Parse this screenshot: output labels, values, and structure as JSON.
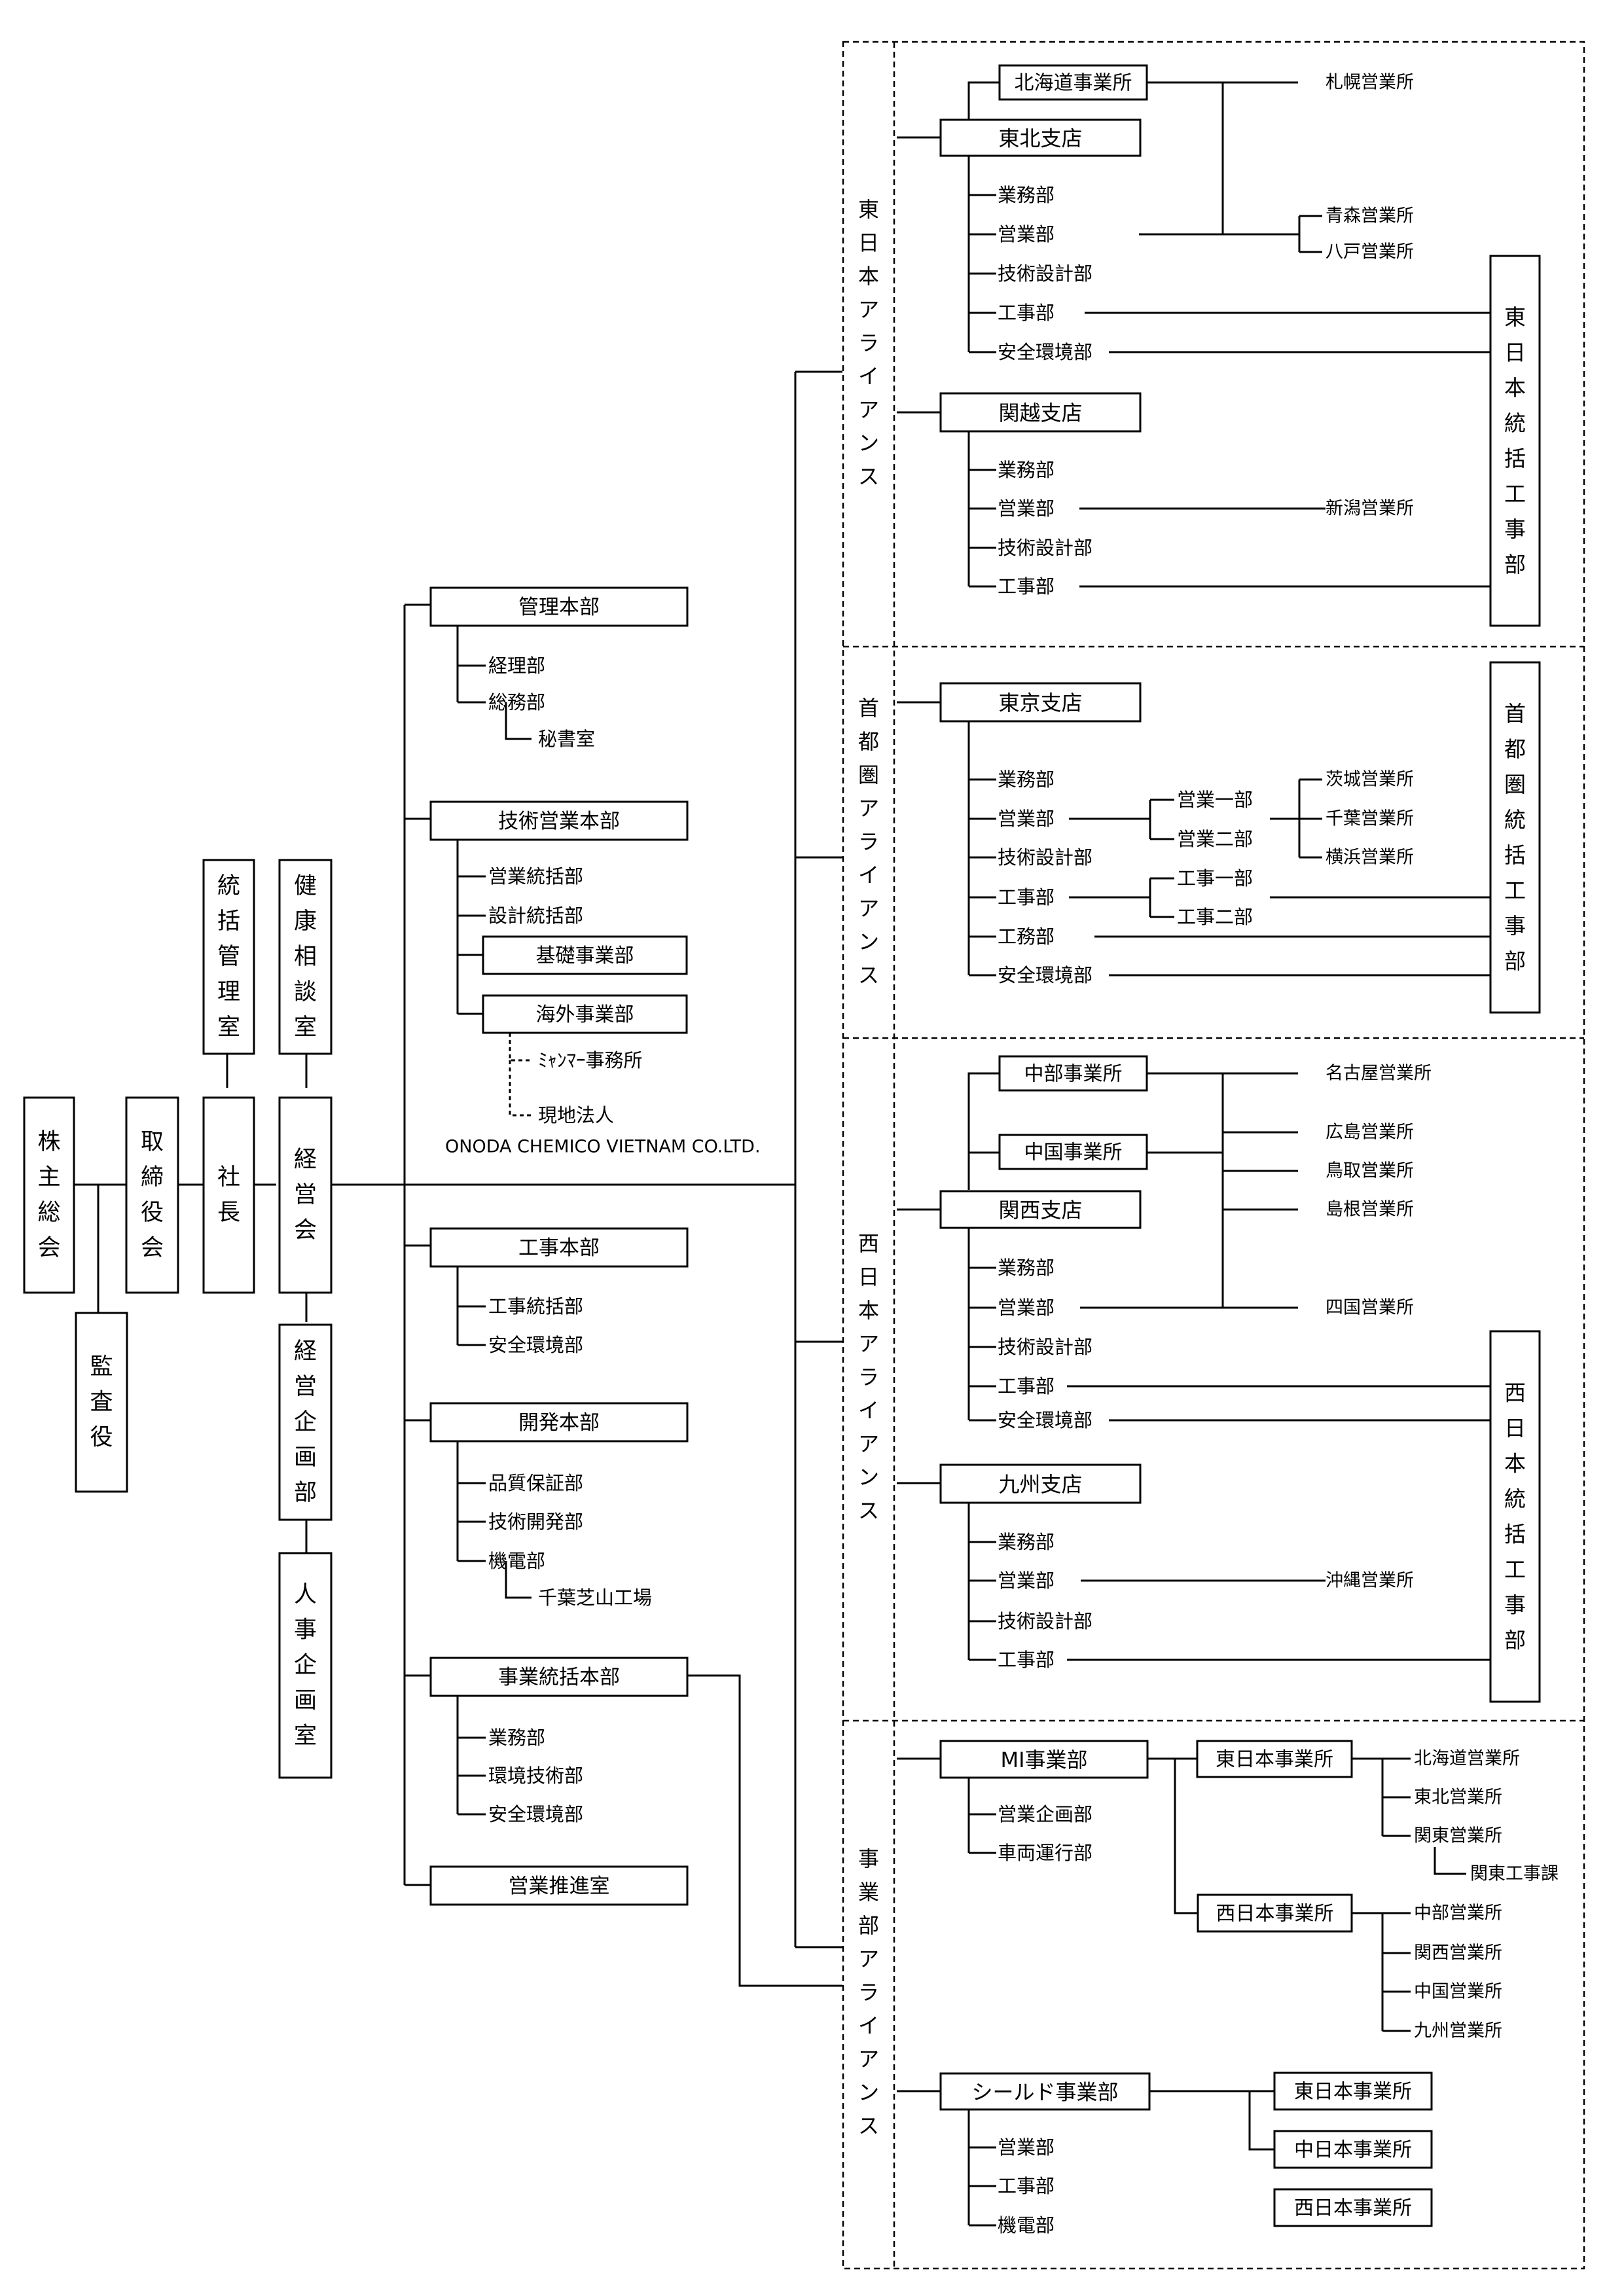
{
  "top": {
    "shareholders": "株主総会",
    "auditor": "監査役",
    "board": "取締役会",
    "president": "社長",
    "management_council": "経営会",
    "general_management_office": "統括管理室",
    "health_consultation_room": "健康相談室",
    "corporate_planning": "経営企画部",
    "hr_planning_office": "人事企画室"
  },
  "hq": {
    "admin": {
      "title": "管理本部",
      "items": [
        "経理部",
        "総務部"
      ],
      "sub": "秘書室"
    },
    "tech_sales": {
      "title": "技術営業本部",
      "items": [
        "営業統括部",
        "設計統括部"
      ],
      "boxes": [
        "基礎事業部",
        "海外事業部"
      ],
      "overseas": [
        "ﾐｬﾝﾏｰ事務所",
        "現地法人"
      ],
      "vietnam": "ONODA CHEMICO VIETNAM CO.LTD."
    },
    "construction": {
      "title": "工事本部",
      "items": [
        "工事統括部",
        "安全環境部"
      ]
    },
    "development": {
      "title": "開発本部",
      "items": [
        "品質保証部",
        "技術開発部",
        "機電部"
      ],
      "sub": "千葉芝山工場"
    },
    "business": {
      "title": "事業統括本部",
      "items": [
        "業務部",
        "環境技術部",
        "安全環境部"
      ]
    },
    "sales_promo": "営業推進室"
  },
  "alliances": {
    "east": {
      "label": "東日本アライアンス",
      "hokkaido": "北海道事業所",
      "sapporo": "札幌営業所",
      "tohoku": "東北支店",
      "tohoku_items": [
        "業務部",
        "営業部",
        "技術設計部",
        "工事部",
        "安全環境部"
      ],
      "aomori": "青森営業所",
      "hachinohe": "八戸営業所",
      "kanetsu": "関越支店",
      "kanetsu_items": [
        "業務部",
        "営業部",
        "技術設計部",
        "工事部"
      ],
      "niigata": "新潟営業所",
      "unified": "東日本統括工事部"
    },
    "capital": {
      "label": "首都圏アライアンス",
      "tokyo": "東京支店",
      "items": [
        "業務部",
        "営業部",
        "技術設計部",
        "工事部",
        "工務部",
        "安全環境部"
      ],
      "sales_depts": [
        "営業一部",
        "営業二部"
      ],
      "offices": [
        "茨城営業所",
        "千葉営業所",
        "横浜営業所"
      ],
      "works_depts": [
        "工事一部",
        "工事二部"
      ],
      "unified": "首都圏統括工事部"
    },
    "west": {
      "label": "西日本アライアンス",
      "chubu": "中部事業所",
      "chugoku": "中国事業所",
      "kansai": "関西支店",
      "kansai_items": [
        "業務部",
        "営業部",
        "技術設計部",
        "工事部",
        "安全環境部"
      ],
      "offices": [
        "名古屋営業所",
        "広島営業所",
        "鳥取営業所",
        "島根営業所",
        "四国営業所"
      ],
      "kyushu": "九州支店",
      "kyushu_items": [
        "業務部",
        "営業部",
        "技術設計部",
        "工事部"
      ],
      "okinawa": "沖縄営業所",
      "unified": "西日本統括工事部"
    },
    "division": {
      "label": "事業部アライアンス",
      "mi": "MI事業部",
      "mi_items": [
        "営業企画部",
        "車両運行部"
      ],
      "mi_east": "東日本事業所",
      "mi_east_offices": [
        "北海道営業所",
        "東北営業所",
        "関東営業所"
      ],
      "kanto_works": "関東工事課",
      "mi_west": "西日本事業所",
      "mi_west_offices": [
        "中部営業所",
        "関西営業所",
        "中国営業所",
        "九州営業所"
      ],
      "shield": "シールド事業部",
      "shield_items": [
        "営業部",
        "工事部",
        "機電部"
      ],
      "shield_offices": [
        "東日本事業所",
        "中日本事業所",
        "西日本事業所"
      ]
    }
  }
}
